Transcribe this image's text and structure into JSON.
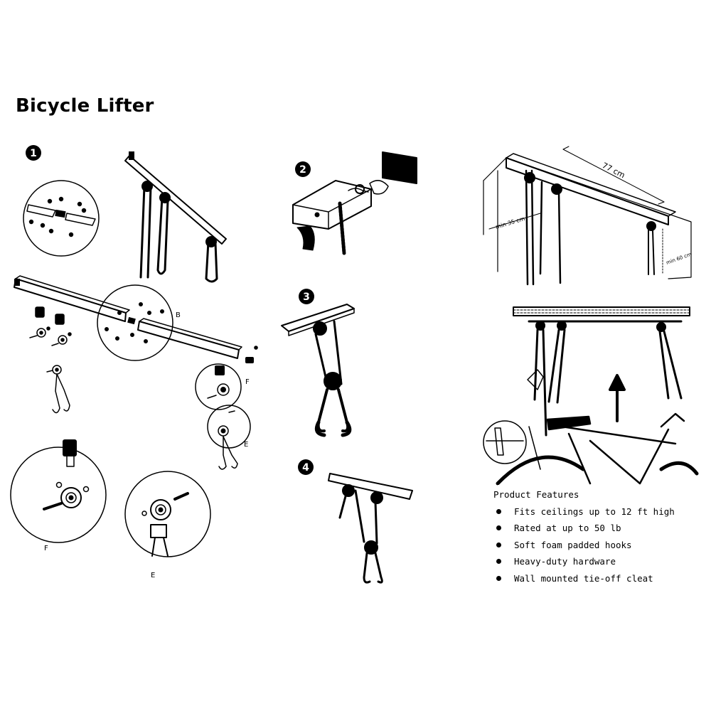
{
  "title": "Bicycle Lifter",
  "steps": [
    "1",
    "2",
    "3",
    "4"
  ],
  "callouts": {
    "b_top": "B",
    "f_side": "F",
    "e_side": "E",
    "f_bottom": "F",
    "e_bottom": "E"
  },
  "dimensions": {
    "length": "77 cm",
    "depth": "min 35 cm",
    "height": "min 60 cm"
  },
  "features": {
    "heading": "Product Features",
    "items": [
      "Fits ceilings up to 12 ft high",
      "Rated at up to 50 lb",
      "Soft foam padded hooks",
      "Heavy-duty hardware",
      "Wall mounted tie-off cleat"
    ]
  },
  "icons": [
    "step-number-badge",
    "lift-arrow-icon",
    "hand-icon",
    "bicycle-icon",
    "hook-icon",
    "pulley-icon"
  ]
}
